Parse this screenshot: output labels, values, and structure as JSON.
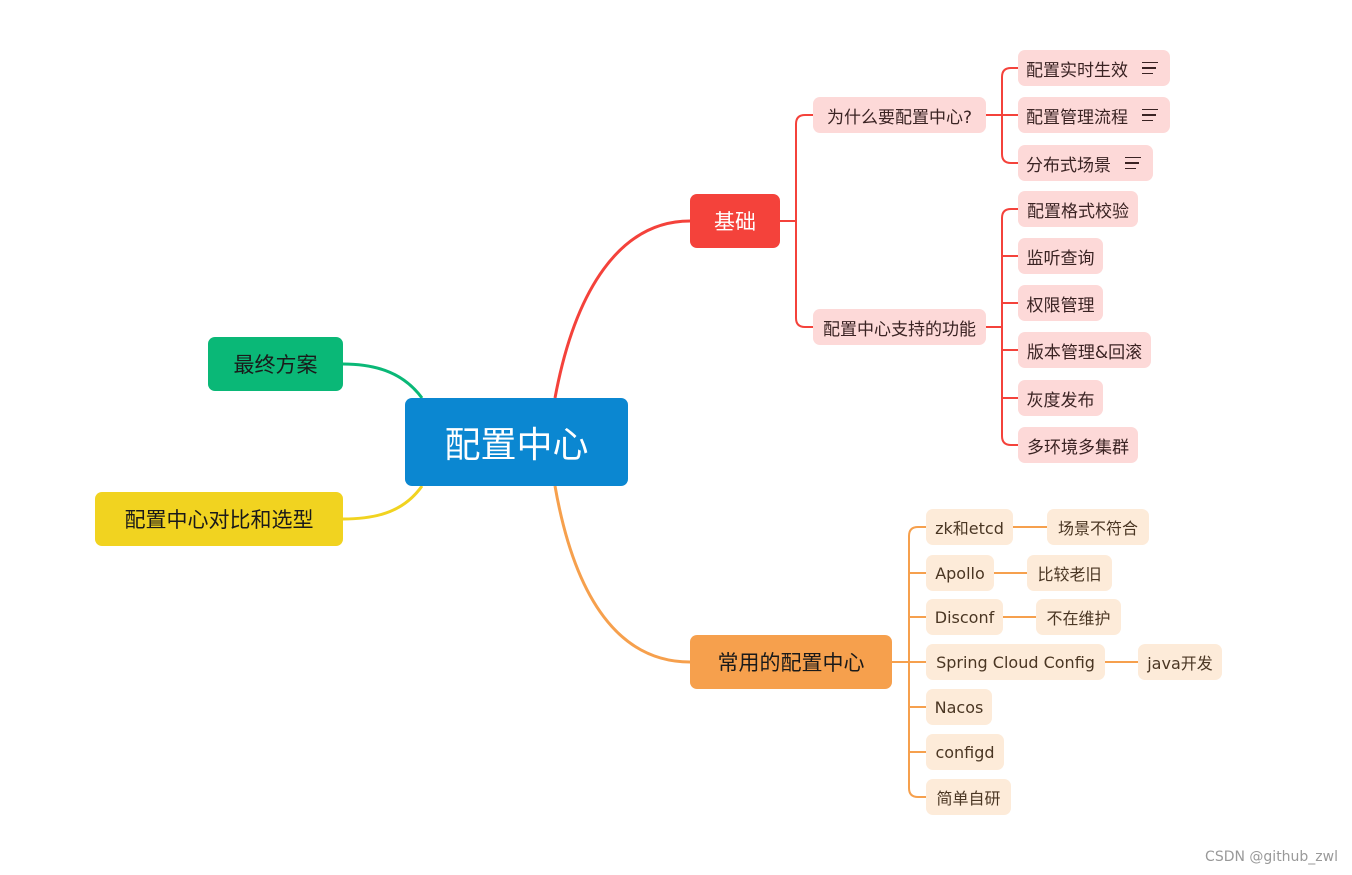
{
  "mindmap": {
    "root": "配置中心",
    "branches": {
      "basics": {
        "label": "基础",
        "why": {
          "label": "为什么要配置中心?",
          "items": [
            "配置实时生效",
            "配置管理流程",
            "分布式场景"
          ]
        },
        "features": {
          "label": "配置中心支持的功能",
          "items": [
            "配置格式校验",
            "监听查询",
            "权限管理",
            "版本管理&回滚",
            "灰度发布",
            "多环境多集群"
          ]
        }
      },
      "common": {
        "label": "常用的配置中心",
        "items": [
          {
            "name": "zk和etcd",
            "note": "场景不符合"
          },
          {
            "name": "Apollo",
            "note": "比较老旧"
          },
          {
            "name": "Disconf",
            "note": "不在维护"
          },
          {
            "name": "Spring Cloud Config",
            "note": "java开发"
          },
          {
            "name": "Nacos"
          },
          {
            "name": "configd"
          },
          {
            "name": "简单自研"
          }
        ]
      },
      "final": {
        "label": "最终方案"
      },
      "compare": {
        "label": "配置中心对比和选型"
      }
    },
    "colors": {
      "root": "#0b87d1",
      "basics": "#f4423b",
      "common": "#f6a04d",
      "final": "#0ab877",
      "compare": "#f1d320"
    }
  },
  "watermark": "CSDN @github_zwl"
}
